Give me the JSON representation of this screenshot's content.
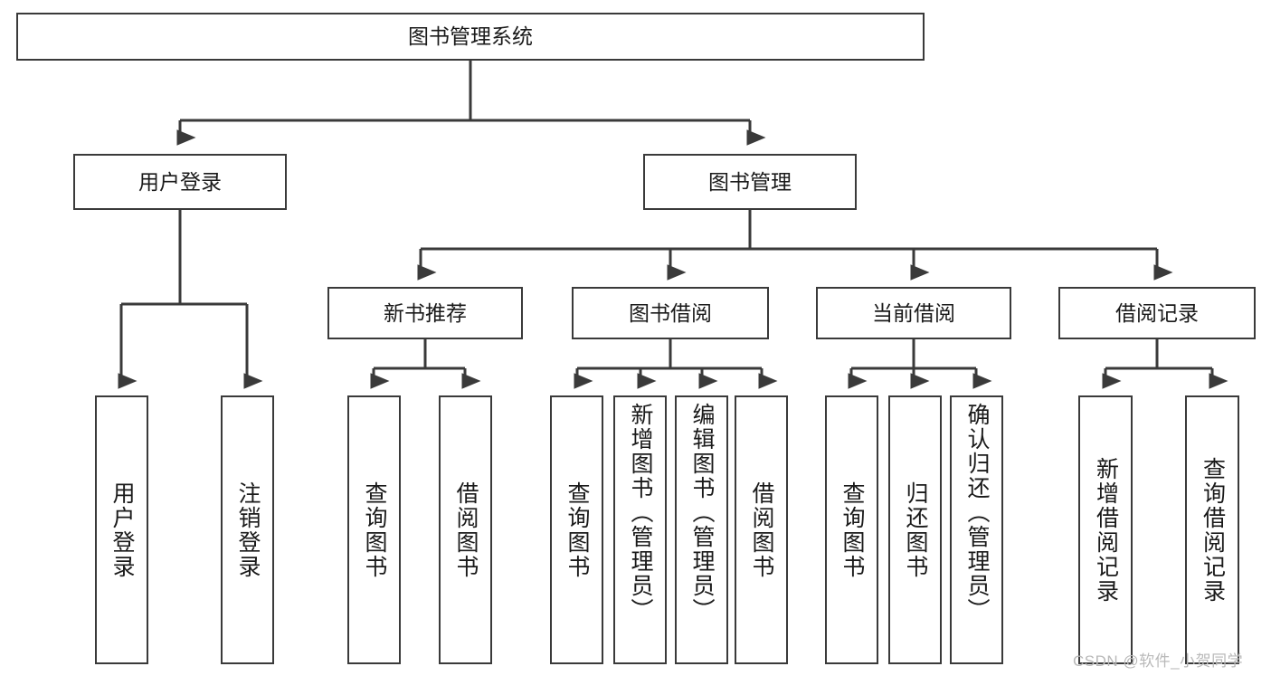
{
  "diagram": {
    "title": "图书管理系统",
    "type": "hierarchy-tree",
    "root": {
      "label": "图书管理系统"
    },
    "level2": [
      {
        "label": "用户登录"
      },
      {
        "label": "图书管理"
      }
    ],
    "level3": [
      {
        "label": "新书推荐"
      },
      {
        "label": "图书借阅"
      },
      {
        "label": "当前借阅"
      },
      {
        "label": "借阅记录"
      }
    ],
    "leaves": [
      {
        "label": "用户登录"
      },
      {
        "label": "注销登录"
      },
      {
        "label": "查询图书"
      },
      {
        "label": "借阅图书"
      },
      {
        "label": "查询图书"
      },
      {
        "label": "新增图书（管理员）"
      },
      {
        "label": "编辑图书（管理员）"
      },
      {
        "label": "借阅图书"
      },
      {
        "label": "查询图书"
      },
      {
        "label": "归还图书"
      },
      {
        "label": "确认归还（管理员）"
      },
      {
        "label": "新增借阅记录"
      },
      {
        "label": "查询借阅记录"
      }
    ]
  },
  "watermark": {
    "text": "CSDN @软件_小贺同学"
  },
  "colors": {
    "stroke": "#3a3a3a",
    "background": "#ffffff",
    "text": "#1a1a1a",
    "watermark": "#b9b9b9"
  }
}
